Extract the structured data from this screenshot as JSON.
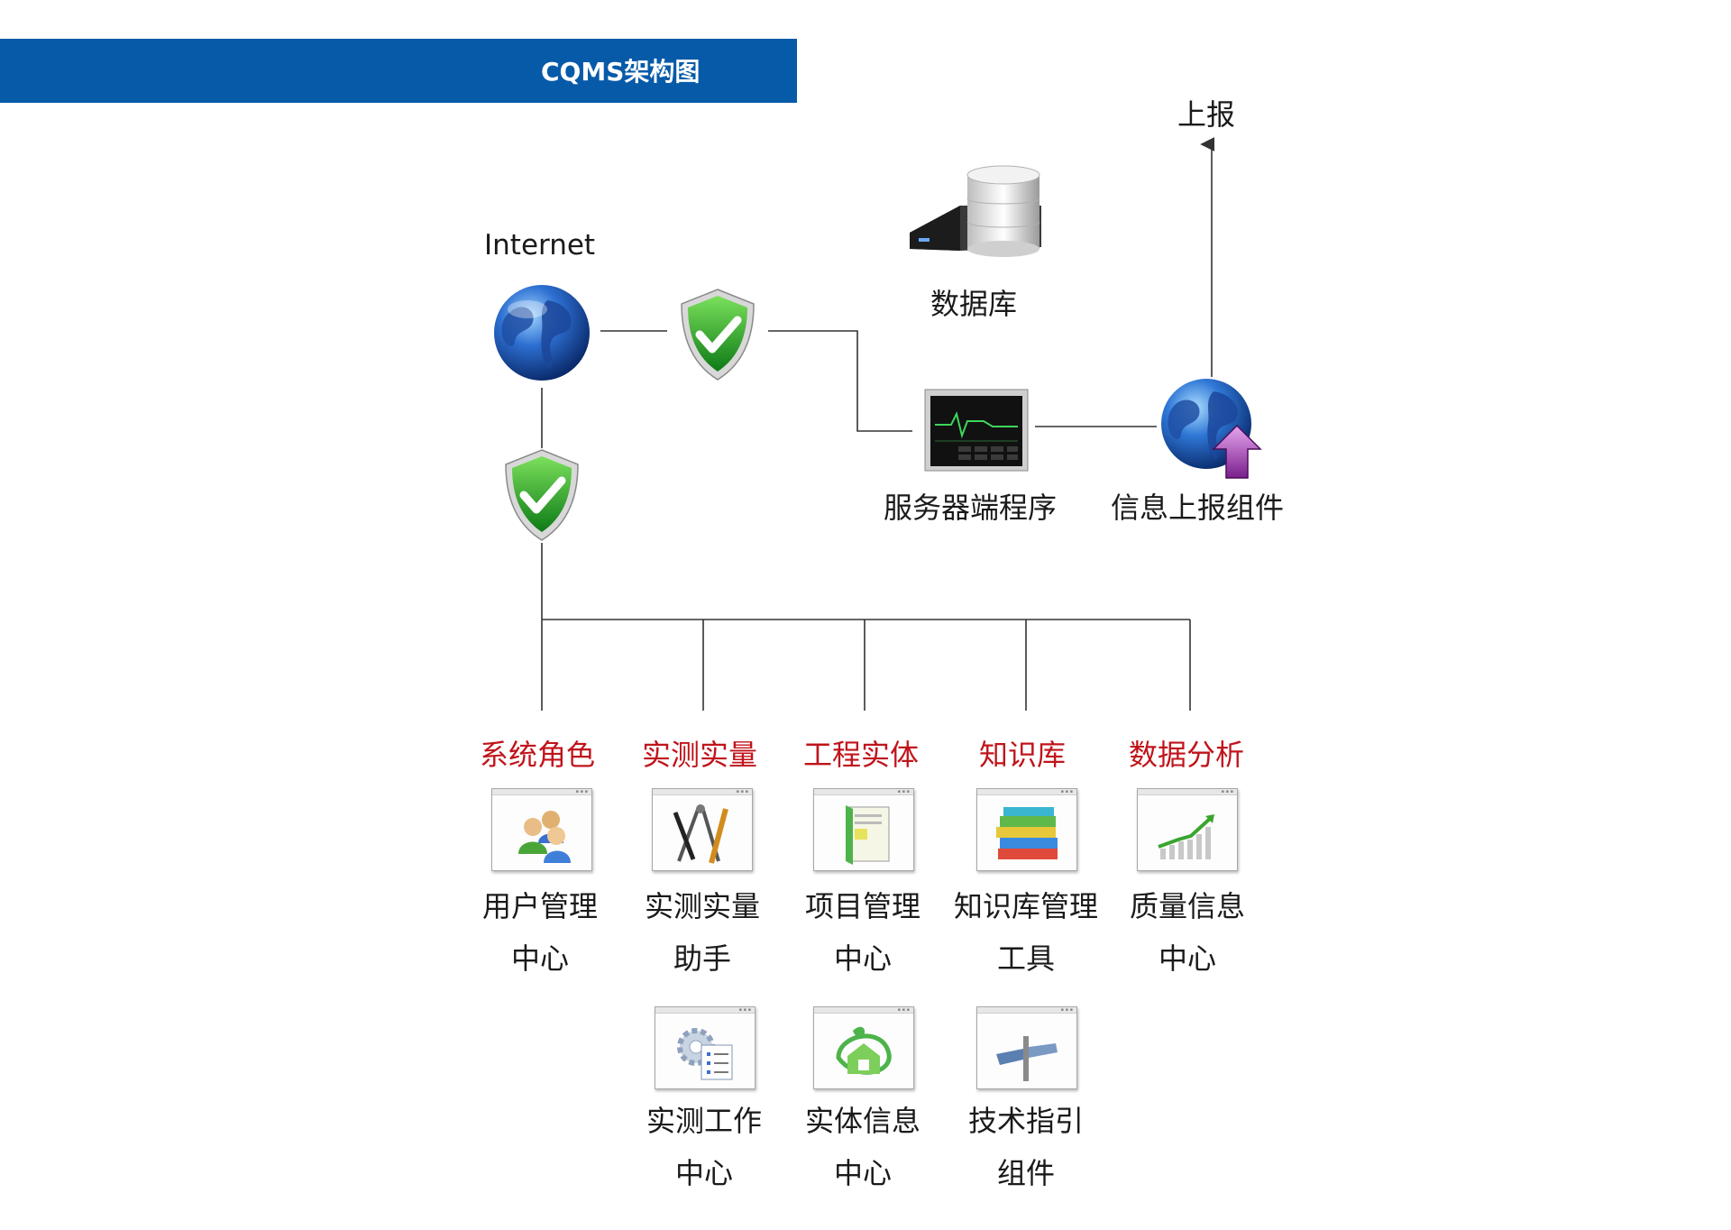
{
  "header": {
    "title": "CQMS架构图"
  },
  "nodes": {
    "internet": "Internet",
    "database": "数据库",
    "server": "服务器端程序",
    "report_component": "信息上报组件",
    "report_target": "上报"
  },
  "categories": [
    {
      "label": "系统角色",
      "module": [
        "用户管理",
        "中心"
      ]
    },
    {
      "label": "实测实量",
      "module": [
        "实测实量",
        "助手"
      ]
    },
    {
      "label": "工程实体",
      "module": [
        "项目管理",
        "中心"
      ]
    },
    {
      "label": "知识库",
      "module": [
        "知识库管理",
        "工具"
      ]
    },
    {
      "label": "数据分析",
      "module": [
        "质量信息",
        "中心"
      ]
    }
  ],
  "extra_modules": [
    {
      "module": [
        "实测工作",
        "中心"
      ]
    },
    {
      "module": [
        "实体信息",
        "中心"
      ]
    },
    {
      "module": [
        "技术指引",
        "组件"
      ]
    }
  ],
  "colors": {
    "banner": "#075aa8",
    "category_text": "#c0141b",
    "line": "#333333"
  },
  "icons": {
    "globe": "globe-icon",
    "shield": "shield-check-icon",
    "database": "database-server-icon",
    "monitor": "server-monitor-icon",
    "upload": "globe-upload-icon",
    "modules": [
      "users-icon",
      "drafting-tools-icon",
      "document-book-icon",
      "books-stack-icon",
      "growth-chart-icon",
      "gear-checklist-icon",
      "eco-house-icon",
      "signpost-icon"
    ]
  }
}
